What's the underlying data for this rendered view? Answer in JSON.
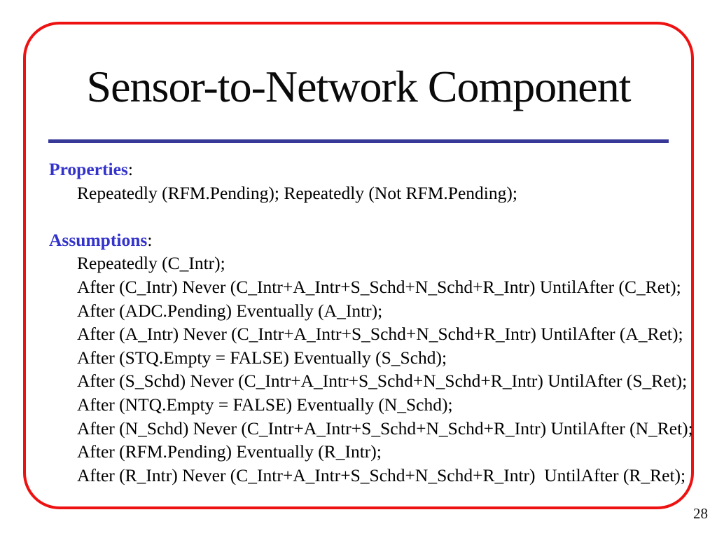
{
  "slide": {
    "title": "Sensor-to-Network Component",
    "page_number": "28",
    "colors": {
      "background": "#ffffff",
      "border": "#ee1111",
      "divider": "#383898",
      "heading_text": "#3333cc",
      "body_text": "#000000"
    },
    "sections": {
      "properties": {
        "heading": "Properties",
        "colon": ":",
        "lines": [
          "Repeatedly (RFM.Pending); Repeatedly (Not RFM.Pending);"
        ]
      },
      "assumptions": {
        "heading": "Assumptions",
        "colon": ":",
        "lines": [
          "Repeatedly (C_Intr);",
          "After (C_Intr) Never (C_Intr+A_Intr+S_Schd+N_Schd+R_Intr) UntilAfter (C_Ret);",
          "After (ADC.Pending) Eventually (A_Intr);",
          "After (A_Intr) Never (C_Intr+A_Intr+S_Schd+N_Schd+R_Intr) UntilAfter (A_Ret);",
          "After (STQ.Empty = FALSE) Eventually (S_Schd);",
          "After (S_Schd) Never (C_Intr+A_Intr+S_Schd+N_Schd+R_Intr) UntilAfter (S_Ret);",
          "After (NTQ.Empty = FALSE) Eventually (N_Schd);",
          "After (N_Schd) Never (C_Intr+A_Intr+S_Schd+N_Schd+R_Intr) UntilAfter (N_Ret);",
          "After (RFM.Pending) Eventually (R_Intr);",
          "After (R_Intr) Never (C_Intr+A_Intr+S_Schd+N_Schd+R_Intr)  UntilAfter (R_Ret);"
        ]
      }
    }
  }
}
